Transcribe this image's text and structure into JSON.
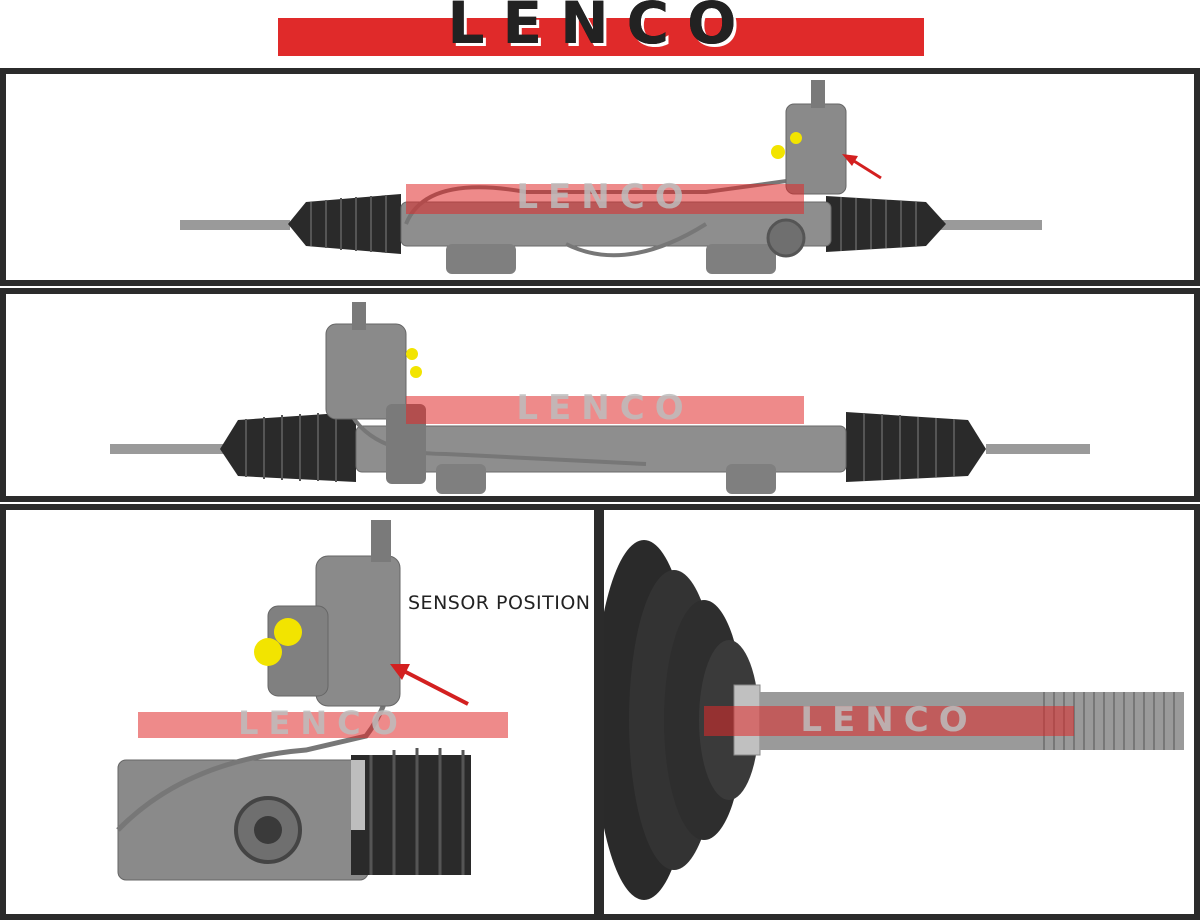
{
  "brand": {
    "name": "LENCO",
    "color": "#e02a2a"
  },
  "panels": [
    {
      "id": "rack-top-view",
      "watermark": "LENCO"
    },
    {
      "id": "rack-rear-view",
      "watermark": "LENCO"
    },
    {
      "id": "valve-detail-view",
      "watermark": "LENCO",
      "label": "SENSOR POSITION"
    },
    {
      "id": "tie-rod-detail-view",
      "watermark": "LENCO"
    }
  ],
  "colors": {
    "frame": "#2b2b2b",
    "metal": "#8a8a8a",
    "boot": "#2a2a2a",
    "cap": "#f2e400",
    "arrow": "#d32020"
  }
}
